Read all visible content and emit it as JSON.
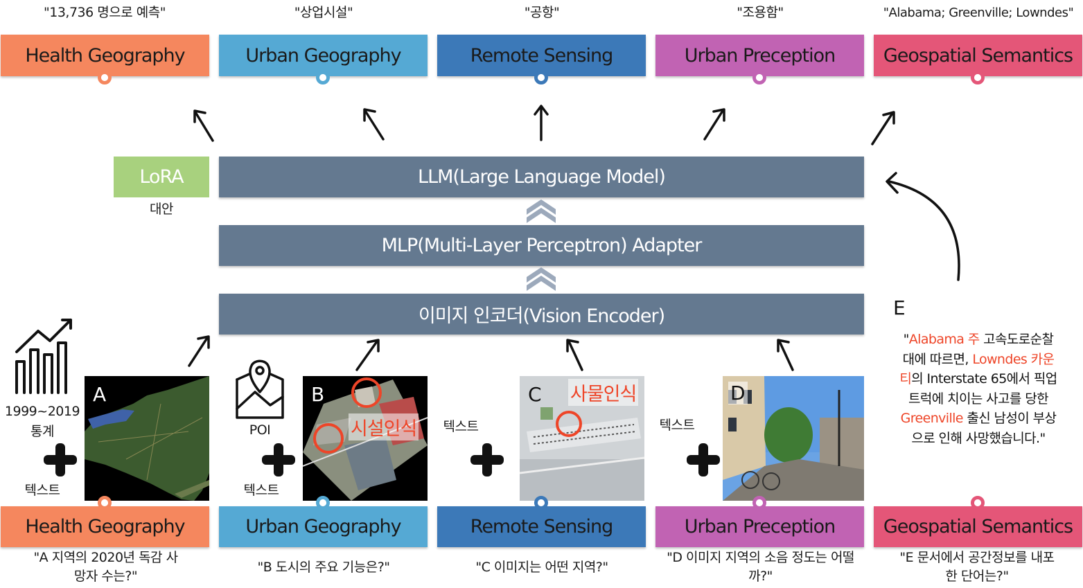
{
  "top_answers": [
    "\"13,736 명으로 예측\"",
    "\"상업시설\"",
    "\"공항\"",
    "\"조용함\"",
    "\"Alabama; Greenville; Lowndes\""
  ],
  "tasks": [
    {
      "label": "Health Geography",
      "color": "#f5875e",
      "dot": "#f5875e"
    },
    {
      "label": "Urban Geography",
      "color": "#55a9d4",
      "dot": "#55a9d4"
    },
    {
      "label": "Remote Sensing",
      "color": "#3c79b8",
      "dot": "#3c79b8"
    },
    {
      "label": "Urban Preception",
      "color": "#c163b3",
      "dot": "#c163b3"
    },
    {
      "label": "Geospatial Semantics",
      "color": "#e45678",
      "dot": "#e45678"
    }
  ],
  "lora": {
    "label": "LoRA",
    "sub": "대안",
    "color": "#a8d17e"
  },
  "llm_label": "LLM(Large Language Model)",
  "mlp_label": "MLP(Multi-Layer Perceptron) Adapter",
  "encoder_label": "이미지 인코더(Vision Encoder)",
  "inputs": {
    "a": {
      "letter": "A",
      "icon_caption": "1999~2019\n통계",
      "text_label": "텍스트"
    },
    "b": {
      "letter": "B",
      "icon_caption": "POI",
      "text_label": "텍스트",
      "tag": "시설인식"
    },
    "c": {
      "letter": "C",
      "text_label": "텍스트",
      "tag": "사물인식"
    },
    "d": {
      "letter": "D",
      "text_label": "텍스트"
    },
    "e": {
      "letter": "E",
      "q_open": "\"",
      "hl1": "Alabama 주",
      "t1": " 고속도로순찰대에 따르면, ",
      "hl2": "Lowndes 카운티",
      "t2": "의 Interstate 65에서 픽업트럭에 치이는 사고를 당한 ",
      "hl3": "Greenville",
      "t3": " 출신 남성이 부상으로 인해 사망했습니다.\""
    }
  },
  "questions": [
    "\"A 지역의 2020년 독감 사망자 수는?\"",
    "\"B 도시의 주요 기능은?\"",
    "\"C 이미지는 어떤 지역?\"",
    "\"D 이미지 지역의 소음 정도는 어떨까?\"",
    "\"E 문서에서 공간정보를 내포한 단어는?\""
  ],
  "colors": {
    "slate": "#647990",
    "highlight_red": "#ee4528"
  },
  "icons": [
    "line-chart-icon",
    "map-pin-icon",
    "chevron-up-icon",
    "arrow-icon"
  ]
}
